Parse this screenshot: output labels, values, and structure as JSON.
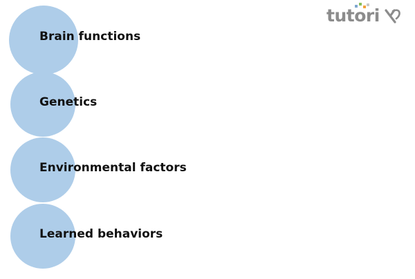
{
  "slide": {
    "background_color": "#ffffff",
    "bubble_color": "#aecde9",
    "text_color": "#111111"
  },
  "logo": {
    "wordmark": "tutori",
    "full_name": "tutorix",
    "color": "#8c8c8c",
    "dots": [
      {
        "name": "logo-dot-blue",
        "color": "#7fa8cf"
      },
      {
        "name": "logo-dot-green",
        "color": "#89bf5a"
      },
      {
        "name": "logo-dot-orange",
        "color": "#f2a33c"
      },
      {
        "name": "logo-dot-gray",
        "color": "#c9c9c9"
      }
    ]
  },
  "bubbles": [
    {
      "label": "Brain functions"
    },
    {
      "label": "Genetics"
    },
    {
      "label": "Environmental factors"
    },
    {
      "label": "Learned behaviors"
    }
  ]
}
